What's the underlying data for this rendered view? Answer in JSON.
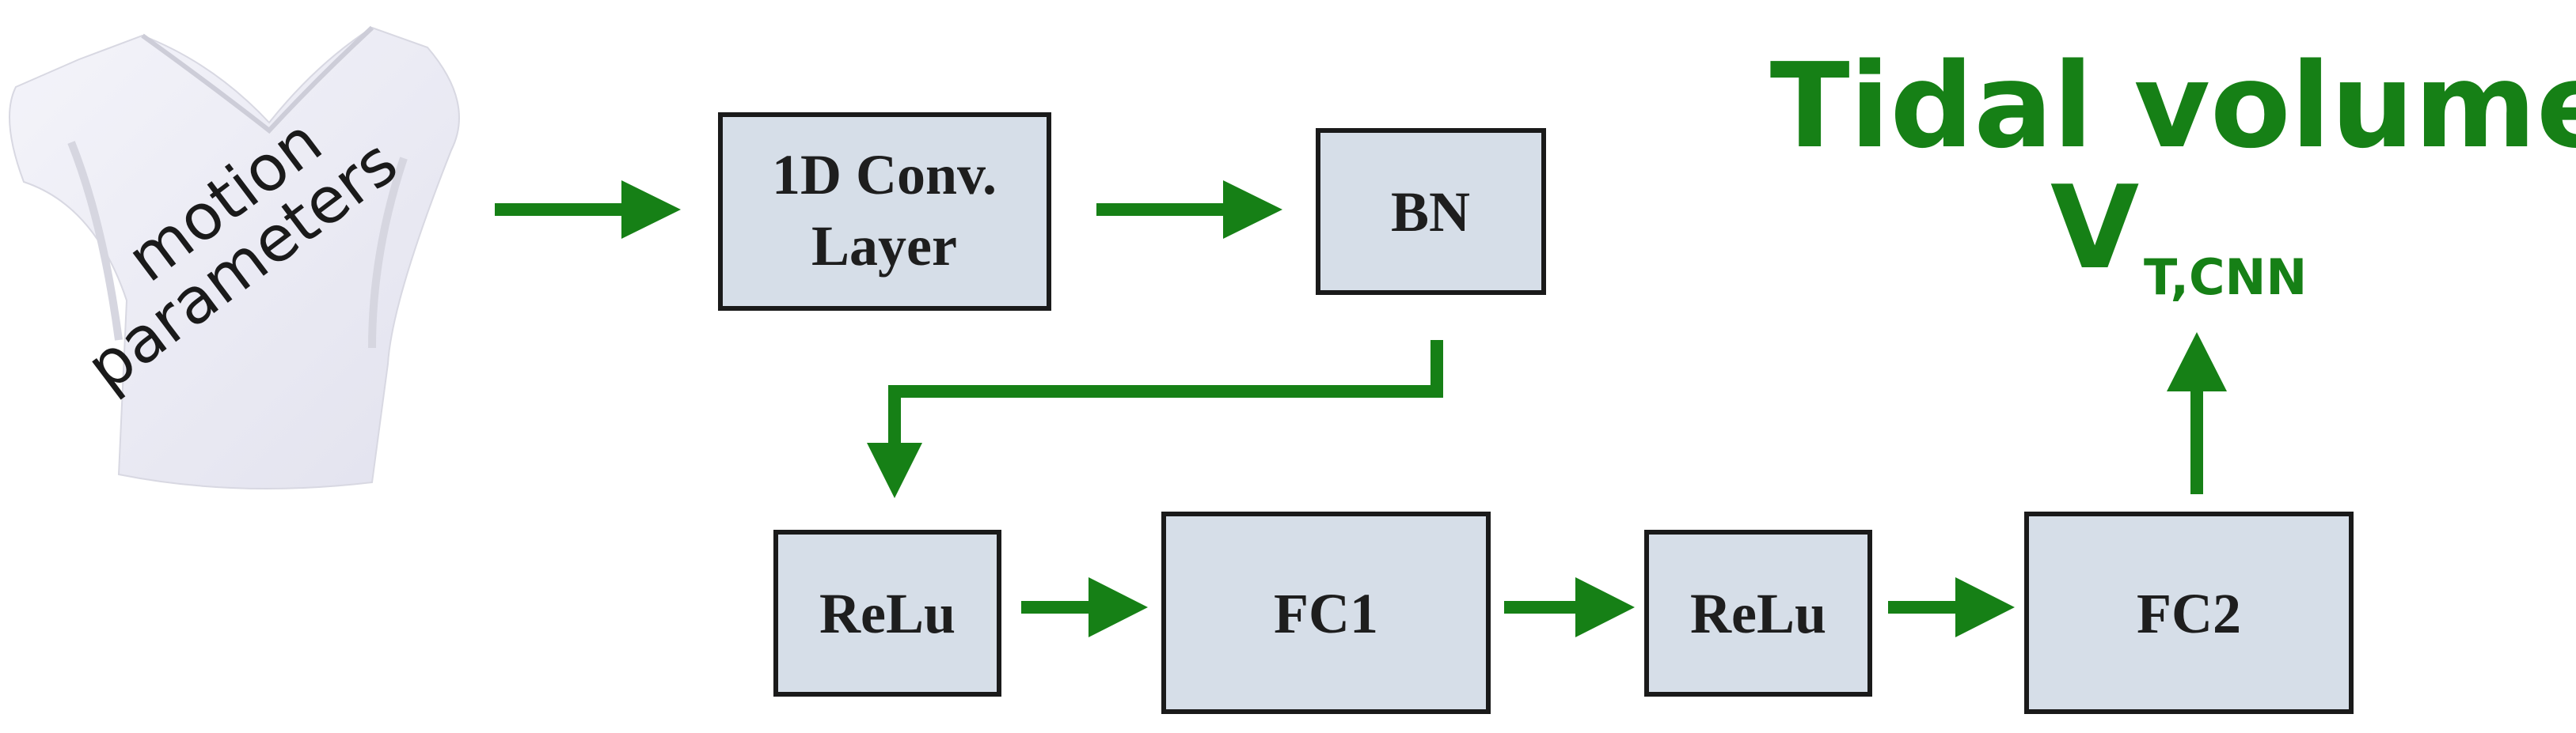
{
  "input": {
    "label_line1": "motion",
    "label_line2": "parameters"
  },
  "blocks": {
    "conv": {
      "line1": "1D Conv.",
      "line2": "Layer"
    },
    "bn": "BN",
    "relu1": "ReLu",
    "fc1": "FC1",
    "relu2": "ReLu",
    "fc2": "FC2"
  },
  "output": {
    "title": "Tidal volume",
    "symbol": "V",
    "subscript": "T,CNN"
  },
  "colors": {
    "arrow": "#168016",
    "box_fill": "#d6dee8",
    "box_stroke": "#1a1a1a",
    "output_text": "#168016"
  }
}
